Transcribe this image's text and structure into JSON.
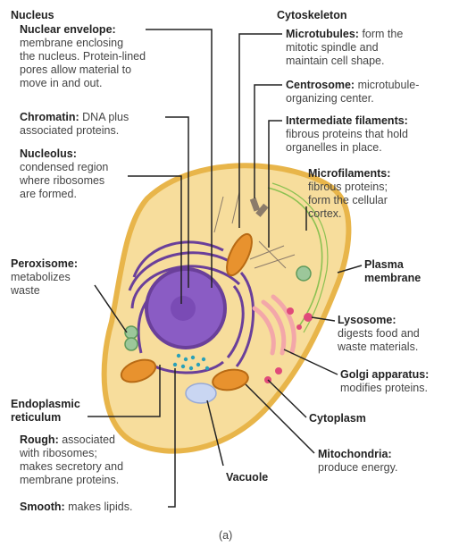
{
  "labels": {
    "nucleus": {
      "title": "Nucleus"
    },
    "nuclear_envelope": {
      "title": "Nuclear envelope:",
      "text": [
        "membrane enclosing",
        "the nucleus. Protein-lined",
        "pores allow material to",
        "move in and out."
      ]
    },
    "chromatin": {
      "title": "Chromatin:",
      "text_inline": "DNA plus",
      "text": [
        "associated proteins."
      ]
    },
    "nucleolus": {
      "title": "Nucleolus:",
      "text": [
        "condensed region",
        "where ribosomes",
        "are formed."
      ]
    },
    "peroxisome": {
      "title": "Peroxisome:",
      "text": [
        "metabolizes",
        "waste"
      ]
    },
    "er": {
      "title_1": "Endoplasmic",
      "title_2": "reticulum"
    },
    "rough": {
      "title": "Rough:",
      "text_inline": "associated",
      "text": [
        "with ribosomes;",
        "makes secretory and",
        "membrane proteins."
      ]
    },
    "smooth": {
      "title": "Smooth:",
      "text_inline": "makes lipids."
    },
    "cytoskeleton": {
      "title": "Cytoskeleton"
    },
    "microtubules": {
      "title": "Microtubules:",
      "text_inline": "form the",
      "text": [
        "mitotic spindle and",
        "maintain cell shape."
      ]
    },
    "centrosome": {
      "title": "Centrosome:",
      "text_inline": "microtubule-",
      "text": [
        "organizing center."
      ]
    },
    "intermediate": {
      "title": "Intermediate filaments:",
      "text": [
        "fibrous proteins that hold",
        "organelles in place."
      ]
    },
    "microfilaments": {
      "title": "Microfilaments:",
      "text": [
        "fibrous proteins;",
        "form the cellular",
        "cortex."
      ]
    },
    "plasma": {
      "title_1": "Plasma",
      "title_2": "membrane"
    },
    "lysosome": {
      "title": "Lysosome:",
      "text": [
        "digests food and",
        "waste materials."
      ]
    },
    "golgi": {
      "title": "Golgi apparatus:",
      "text": [
        "modifies proteins."
      ]
    },
    "cytoplasm": {
      "title": "Cytoplasm"
    },
    "mitochondria": {
      "title": "Mitochondria:",
      "text": [
        "produce energy."
      ]
    },
    "vacuole": {
      "title": "Vacuole"
    }
  },
  "caption": "(a)",
  "colors": {
    "cell_fill": "#f7dd9c",
    "cell_border": "#e8b54a",
    "nucleus_fill": "#8a5cc4",
    "er_color": "#6a3f9a",
    "mito_fill": "#e8922e",
    "golgi_fill": "#f3a7a9",
    "lysosome_fill": "#e04a7a",
    "peroxisome_fill": "#9cc79a",
    "vacuole_fill": "#c9d6f2",
    "ribosome_color": "#2aa0b8",
    "microfilament_color": "#8cc152",
    "line_color": "#222222"
  }
}
